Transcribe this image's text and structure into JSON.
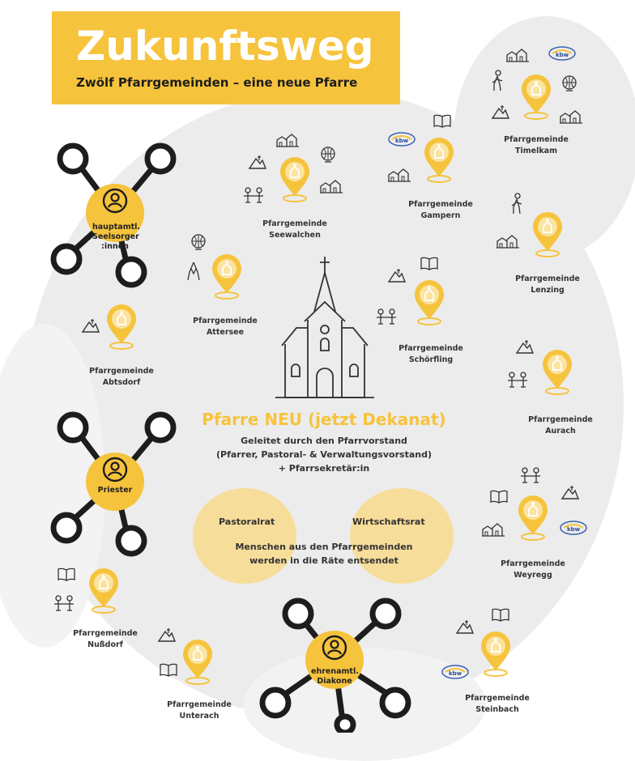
{
  "header": {
    "title": "Zukunftsweg",
    "subtitle": "Zwölf Pfarrgemeinden – eine neue Pfarre"
  },
  "hubs": {
    "seelsorger": "hauptamtl. Seelsorger :innen",
    "priester": "Priester",
    "diakone": "ehrenamtl. Diakone"
  },
  "center": {
    "title": "Pfarre NEU (jetzt Dekanat)",
    "sub_line1": "Geleitet durch den Pfarrvorstand",
    "sub_line2": "(Pfarrer, Pastoral- & Verwaltungsvorstand)",
    "sub_line3": "+ Pfarrsekretär:in",
    "council_left": "Pastoralrat",
    "council_right": "Wirtschaftsrat",
    "council_note_line1": "Menschen aus den Pfarrgemeinden",
    "council_note_line2": "werden in die Räte entsendet"
  },
  "parishes": {
    "prefix": "Pfarrgemeinde",
    "timelkam": "Timelkam",
    "seewalchen": "Seewalchen",
    "gampern": "Gampern",
    "lenzing": "Lenzing",
    "attersee": "Attersee",
    "schoerfling": "Schörfling",
    "abtsdorf": "Abtsdorf",
    "aurach": "Aurach",
    "weyregg": "Weyregg",
    "nussdorf": "Nußdorf",
    "unterach": "Unterach",
    "steinbach": "Steinbach"
  },
  "colors": {
    "accent": "#f6c33c",
    "light_accent": "#f7dd9a",
    "background": "#ececec",
    "dark": "#1d1d1d"
  }
}
